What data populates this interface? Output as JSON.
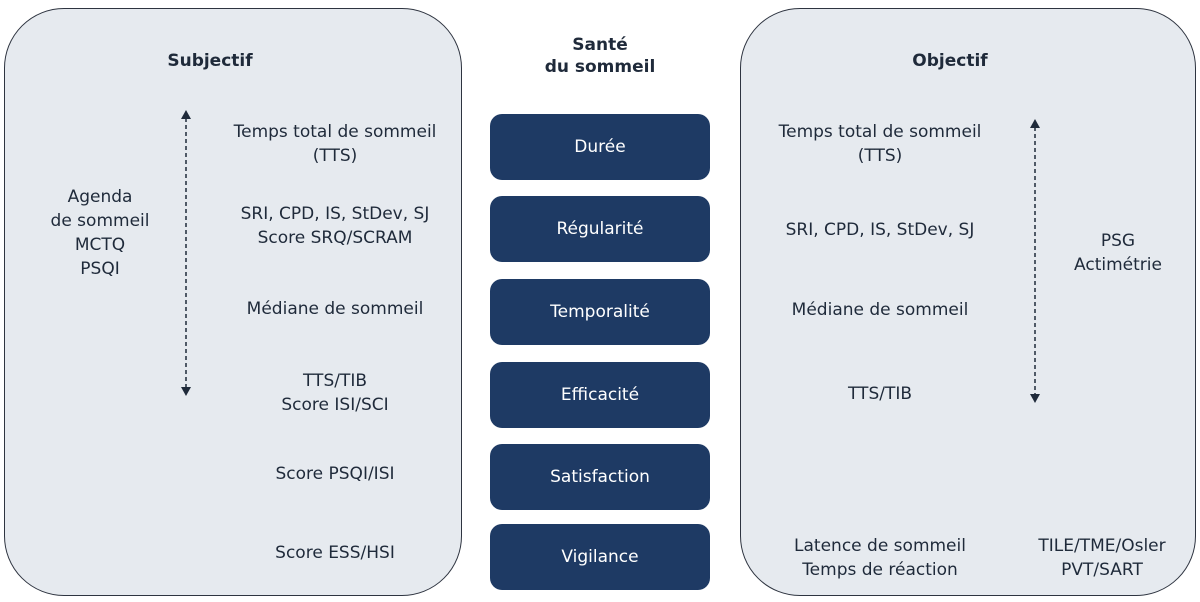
{
  "center": {
    "title_line1": "Santé",
    "title_line2": "du sommeil",
    "dimensions": [
      "Durée",
      "Régularité",
      "Temporalité",
      "Efficacité",
      "Satisfaction",
      "Vigilance"
    ]
  },
  "subjective": {
    "heading": "Subjectif",
    "tools": [
      "Agenda",
      "de sommeil",
      "MCTQ",
      "PSQI"
    ],
    "measures": [
      [
        "Temps total de sommeil",
        "(TTS)"
      ],
      [
        "SRI, CPD, IS, StDev, SJ",
        "Score SRQ/SCRAM"
      ],
      [
        "Médiane de sommeil"
      ],
      [
        "TTS/TIB",
        "Score ISI/SCI"
      ],
      [
        "Score PSQI/ISI"
      ],
      [
        "Score ESS/HSI"
      ]
    ]
  },
  "objective": {
    "heading": "Objectif",
    "tools": [
      "PSG",
      "Actimétrie"
    ],
    "measures": [
      [
        "Temps total de sommeil",
        "(TTS)"
      ],
      [
        "SRI, CPD, IS, StDev, SJ"
      ],
      [
        "Médiane de sommeil"
      ],
      [
        "TTS/TIB"
      ]
    ],
    "vigilance_measures": [
      "Latence de sommeil",
      "Temps de réaction"
    ],
    "vigilance_tools": [
      "TILE/TME/Osler",
      "PVT/SART"
    ]
  },
  "colors": {
    "box_fill": "#1e3a64",
    "panel_fill": "#e6eaef",
    "panel_border": "#2e3440"
  }
}
